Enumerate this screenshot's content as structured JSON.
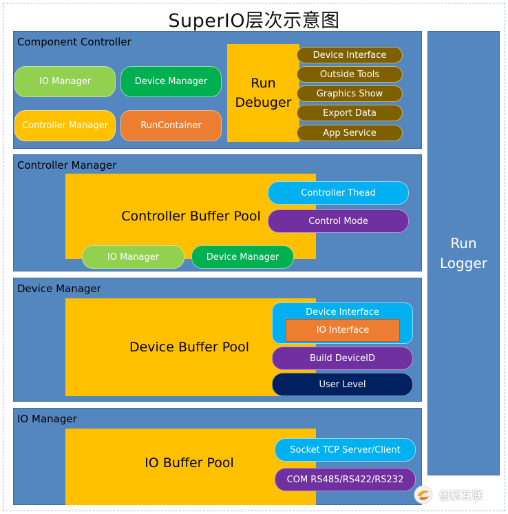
{
  "title": "SuperIO层次示意图",
  "colors": {
    "section_bg": "#5486bf",
    "pool": "#ffc000",
    "green_light": "#92d050",
    "green_dark": "#00b050",
    "orange": "#ed7d31",
    "brown": "#7f6000",
    "cyan": "#00b0f0",
    "purple": "#7030a0",
    "navy": "#002060"
  },
  "component_controller": {
    "label": "Component Controller",
    "io_manager": "IO Manager",
    "device_manager": "Device Manager",
    "controller_manager": "Controller Manager",
    "run_container": "RunContainer",
    "run_debuger": "Run\nDebuger",
    "debug_items": [
      "Device Interface",
      "Outside Tools",
      "Graphics Show",
      "Export Data",
      "App Service"
    ]
  },
  "controller_manager": {
    "label": "Controller Manager",
    "pool": "Controller Buffer Pool",
    "controller_thead": "Controller Thead",
    "control_mode": "Control Mode",
    "io_manager": "IO Manager",
    "device_manager": "Device Manager"
  },
  "device_manager": {
    "label": "Device Manager",
    "pool": "Device Buffer Pool",
    "device_interface": "Device Interface",
    "io_interface": "IO Interface",
    "build_device_id": "Build DeviceID",
    "user_level": "User Level"
  },
  "io_manager": {
    "label": "IO Manager",
    "pool": "IO Buffer Pool",
    "socket": "Socket TCP Server/Client",
    "com": "COM RS485/RS422/RS232"
  },
  "run_logger": "Run\nLogger",
  "watermark": "创新互联"
}
